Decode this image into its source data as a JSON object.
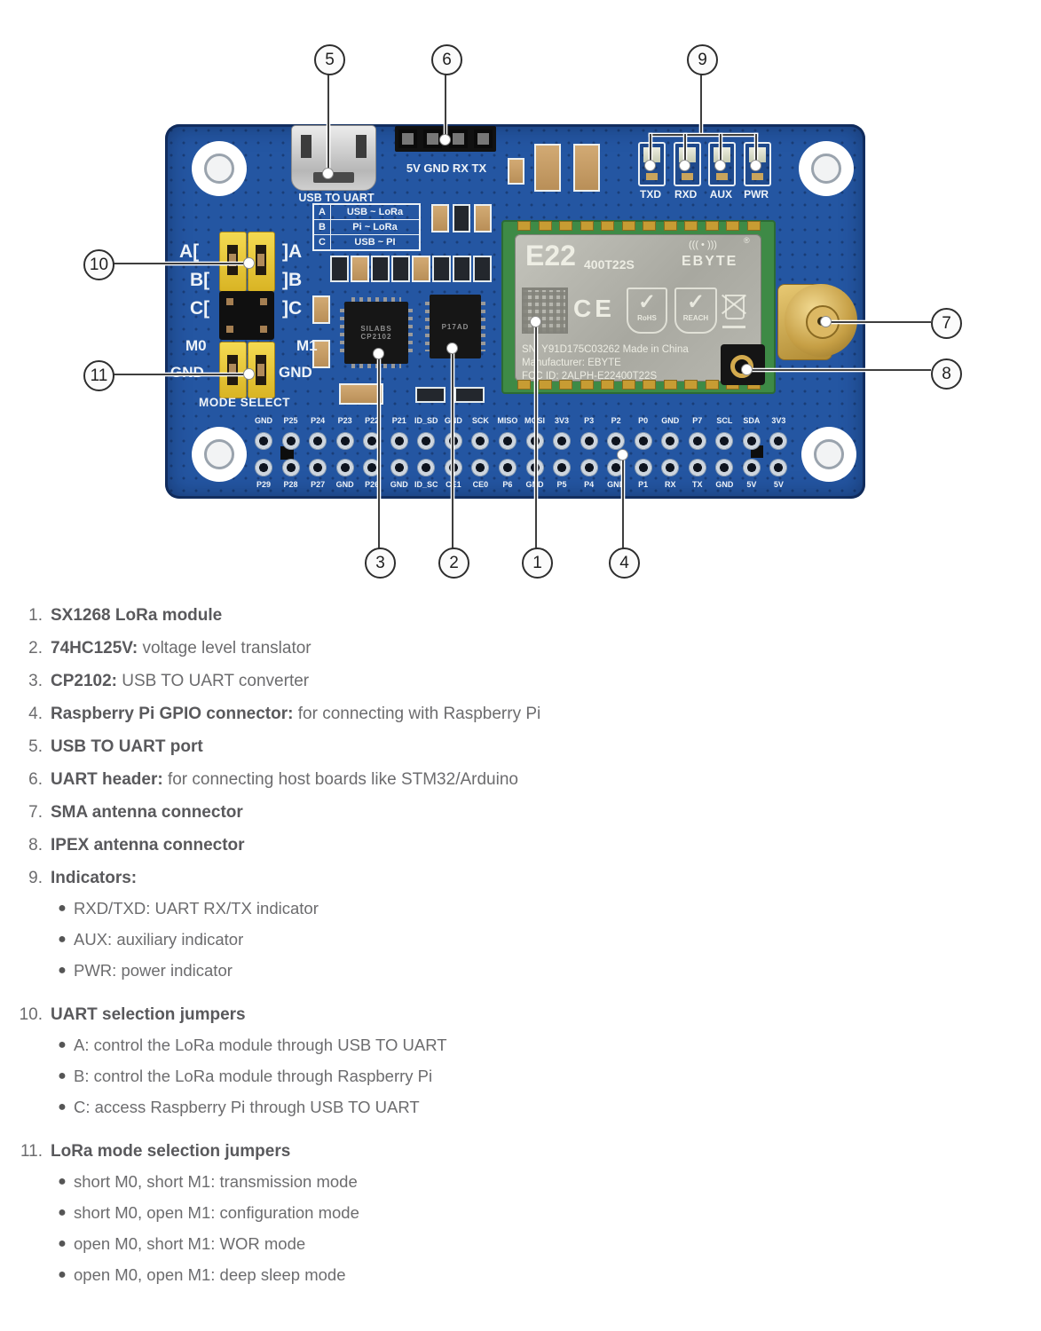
{
  "colors": {
    "pcb_blue": "#2456a2",
    "jumper_yellow": "#ecc93d",
    "module_green": "#3e8a46",
    "shield_silver": "#b9b9b1",
    "connector_gold": "#d2a94f"
  },
  "board": {
    "callouts": {
      "c1": "1",
      "c2": "2",
      "c3": "3",
      "c4": "4",
      "c5": "5",
      "c6": "6",
      "c7": "7",
      "c8": "8",
      "c9": "9",
      "c10": "10",
      "c11": "11"
    },
    "silk": {
      "usb_port_label": "USB TO UART",
      "uart_header_label": "5V GND RX TX",
      "mode_select": "MODE SELECT",
      "m0": "M0",
      "m1": "M1",
      "gnd_left": "GND",
      "gnd_right": "GND",
      "jumper_left": [
        "A[",
        "B[",
        "C["
      ],
      "jumper_right": [
        "]A",
        "]B",
        "]C"
      ]
    },
    "indicators": [
      "TXD",
      "RXD",
      "AUX",
      "PWR"
    ],
    "jumper_table": [
      {
        "key": "A",
        "val": "USB ~ LoRa"
      },
      {
        "key": "B",
        "val": "Pi ~ LoRa"
      },
      {
        "key": "C",
        "val": "USB ~ PI"
      }
    ],
    "gpio": {
      "top": [
        "GND",
        "P25",
        "P24",
        "P23",
        "P22",
        "P21",
        "ID_SD",
        "GND",
        "SCK",
        "MISO",
        "MOSI",
        "3V3",
        "P3",
        "P2",
        "P0",
        "GND",
        "P7",
        "SCL",
        "SDA",
        "3V3"
      ],
      "bottom": [
        "P29",
        "P28",
        "P27",
        "GND",
        "P26",
        "GND",
        "ID_SC",
        "CE1",
        "CE0",
        "P6",
        "GND",
        "P5",
        "P4",
        "GND",
        "P1",
        "RX",
        "TX",
        "GND",
        "5V",
        "5V"
      ]
    },
    "chips": {
      "cp2102_line1": "SILABS",
      "cp2102_line2": "CP2102",
      "translator": "P17AD"
    },
    "module": {
      "model": "E22",
      "variant": "400T22S",
      "brand": "EBYTE",
      "antenna_icon": "((( • )))",
      "reg_mark": "®",
      "marks": {
        "ce": "CE",
        "rohs": "RoHS",
        "reach": "REACH",
        "check": "✓"
      },
      "sn": "SN: Y91D175C03262  Made in China",
      "manufacturer": "Manufacturer: EBYTE",
      "fcc": "FCC ID: 2ALPH-E22400T22S"
    }
  },
  "legend": {
    "items": [
      {
        "num": "1.",
        "bold": "SX1268 LoRa module",
        "rest": "",
        "bullets": []
      },
      {
        "num": "2.",
        "bold": "74HC125V:",
        "rest": " voltage level translator",
        "bullets": []
      },
      {
        "num": "3.",
        "bold": "CP2102:",
        "rest": " USB TO UART converter",
        "bullets": []
      },
      {
        "num": "4.",
        "bold": "Raspberry Pi GPIO connector:",
        "rest": " for connecting with Raspberry Pi",
        "bullets": []
      },
      {
        "num": "5.",
        "bold": "USB TO UART port",
        "rest": "",
        "bullets": []
      },
      {
        "num": "6.",
        "bold": "UART header:",
        "rest": " for connecting host boards like STM32/Arduino",
        "bullets": []
      },
      {
        "num": "7.",
        "bold": "SMA antenna connector",
        "rest": "",
        "bullets": []
      },
      {
        "num": "8.",
        "bold": "IPEX antenna connector",
        "rest": "",
        "bullets": []
      },
      {
        "num": "9.",
        "bold": "Indicators:",
        "rest": "",
        "bullets": [
          "RXD/TXD: UART RX/TX indicator",
          "AUX: auxiliary indicator",
          "PWR: power indicator"
        ]
      },
      {
        "num": "10.",
        "bold": "UART selection jumpers",
        "rest": "",
        "bullets": [
          "A: control the LoRa module through USB TO UART",
          "B: control the LoRa module through Raspberry Pi",
          "C: access Raspberry Pi through USB TO UART"
        ]
      },
      {
        "num": "11.",
        "bold": "LoRa mode selection jumpers",
        "rest": "",
        "bullets": [
          "short M0, short M1: transmission mode",
          "short M0, open M1: configuration mode",
          "open M0, short M1: WOR mode",
          "open M0, open M1: deep sleep mode"
        ]
      }
    ]
  }
}
